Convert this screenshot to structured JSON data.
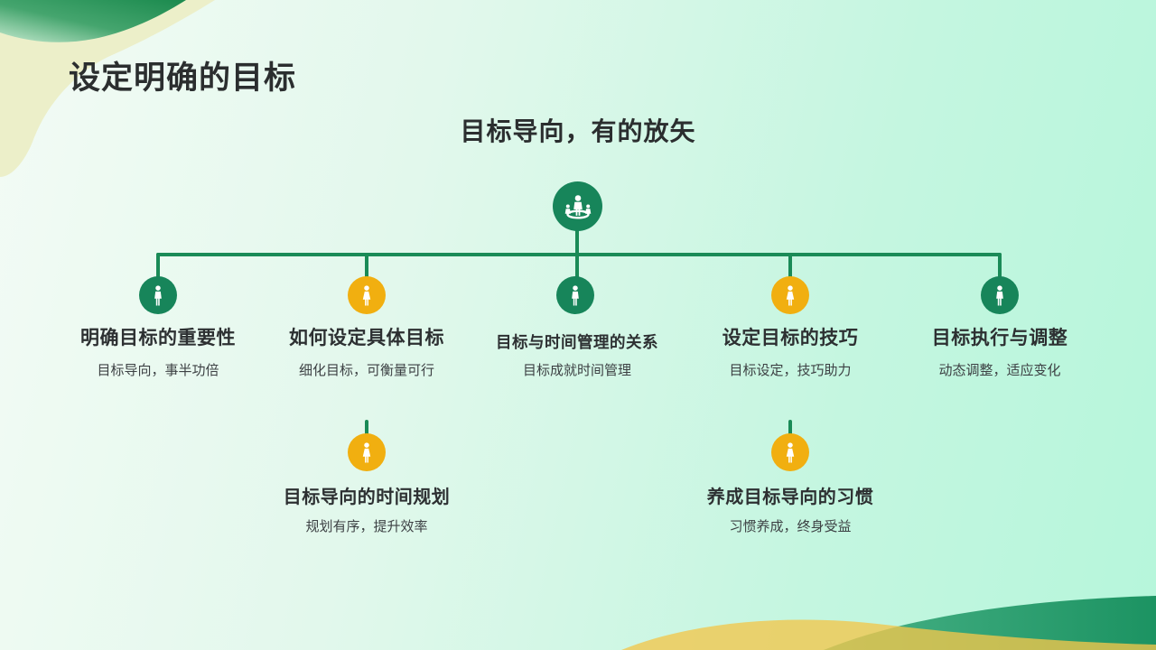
{
  "slide": {
    "title": "设定明确的目标",
    "subtitle": "目标导向，有的放矢"
  },
  "root": {
    "icon": "team-leader-icon",
    "color": "#17855A"
  },
  "branches": [
    {
      "title": "明确目标的重要性",
      "subtitle": "目标导向，事半功倍",
      "icon": "person-icon",
      "color": "#17855A"
    },
    {
      "title": "如何设定具体目标",
      "subtitle": "细化目标，可衡量可行",
      "icon": "person-icon",
      "color": "#F1AF10"
    },
    {
      "title": "目标与时间管理的关系",
      "subtitle": "目标成就时间管理",
      "icon": "person-icon",
      "color": "#17855A"
    },
    {
      "title": "设定目标的技巧",
      "subtitle": "目标设定，技巧助力",
      "icon": "person-icon",
      "color": "#F1AF10"
    },
    {
      "title": "目标执行与调整",
      "subtitle": "动态调整，适应变化",
      "icon": "person-icon",
      "color": "#17855A"
    }
  ],
  "sub_branches": [
    {
      "title": "目标导向的时间规划",
      "subtitle": "规划有序，提升效率",
      "icon": "person-icon",
      "color": "#F1AF10"
    },
    {
      "title": "养成目标导向的习惯",
      "subtitle": "习惯养成，终身受益",
      "icon": "person-icon",
      "color": "#F1AF10"
    }
  ],
  "colors": {
    "green": "#17855A",
    "yellow": "#F1AF10",
    "connector": "#1A8B57",
    "title_text": "#2B2E2F",
    "body_text": "#3D4144",
    "background_mint": "#B6F6DB",
    "deco_cream": "#ECEFC9",
    "deco_green_dark": "#1B8A4E",
    "deco_yellow_wave": "#F2C64B"
  }
}
